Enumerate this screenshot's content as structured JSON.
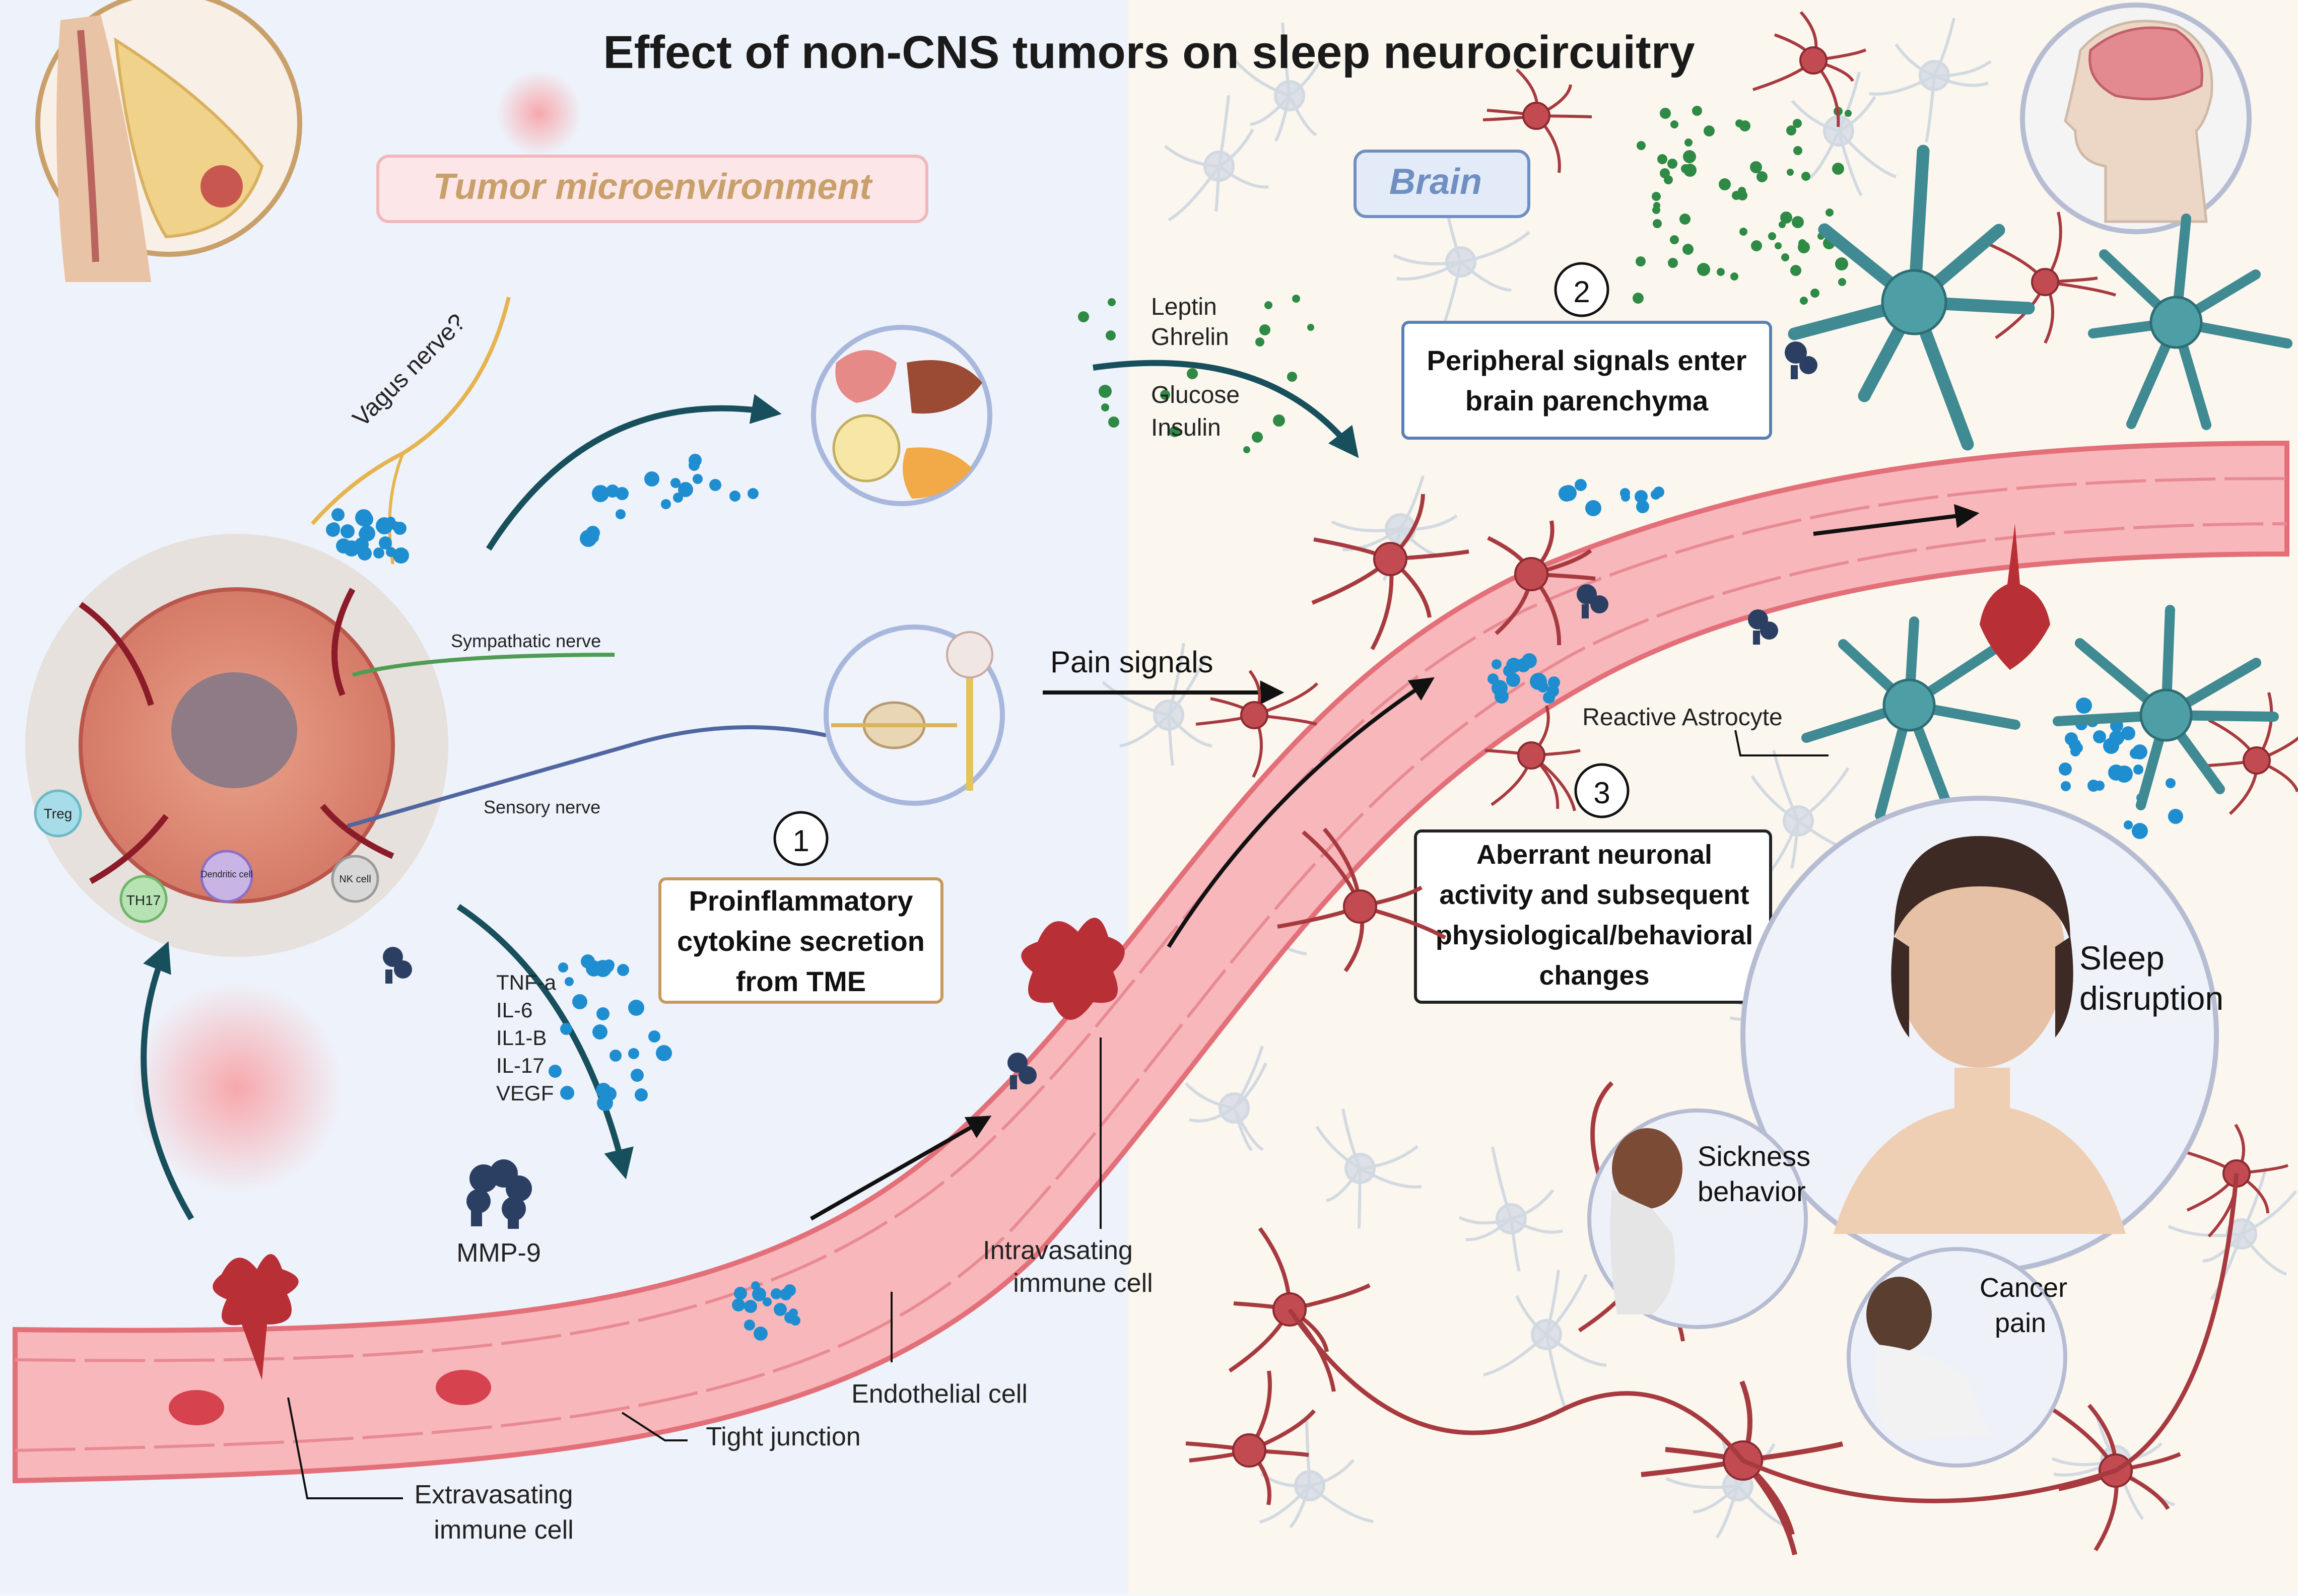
{
  "title": "Effect of non-CNS tumors on sleep neurocircuitry",
  "sections": {
    "tme": "Tumor microenvironment",
    "brain": "Brain"
  },
  "nerves": {
    "vagus": "Vagus nerve?",
    "sympathetic": "Sympathatic nerve",
    "sensory": "Sensory nerve"
  },
  "tumor_cells": {
    "treg": "Treg",
    "th17": "TH17",
    "dendritic": "Dendritic cell",
    "nk": "NK cell"
  },
  "steps": [
    {
      "number": "1",
      "lines": [
        "Proinflammatory",
        "cytokine secretion",
        "from TME"
      ]
    },
    {
      "number": "2",
      "lines": [
        "Peripheral signals enter",
        "brain parenchyma"
      ]
    },
    {
      "number": "3",
      "lines": [
        "Aberrant neuronal",
        "activity and subsequent",
        "physiological/behavioral",
        "changes"
      ]
    }
  ],
  "cytokines": [
    "TNF-a",
    "IL-6",
    "IL1-B",
    "IL-17",
    "VEGF"
  ],
  "mmp": "MMP-9",
  "hormones": [
    "Leptin",
    "Ghrelin",
    "Glucose",
    "Insulin"
  ],
  "pain_signals": "Pain signals",
  "vessel_labels": {
    "extravasating": [
      "Extravasating",
      "immune cell"
    ],
    "tight_junction": "Tight junction",
    "endothelial": "Endothelial cell",
    "intravasating": [
      "Intravasating",
      "immune cell"
    ]
  },
  "reactive_astrocyte": "Reactive Astrocyte",
  "outcomes": {
    "sleep": [
      "Sleep",
      "disruption"
    ],
    "sickness": [
      "Sickness",
      "behavior"
    ],
    "cancer_pain": [
      "Cancer",
      "pain"
    ]
  },
  "colors": {
    "vessel": "#f3a6ab",
    "vessel_wall": "#e36f79",
    "cytokine_dot": "#1f8ed1",
    "hormone_dot": "#2f8a45",
    "neuron": "#a73a3f",
    "astrocyte": "#3f8a93",
    "tme_label": "#c9a06a",
    "brain_label": "#6f8fc2",
    "step1_border": "#c69a5c",
    "step2_border": "#5a7fb8"
  }
}
